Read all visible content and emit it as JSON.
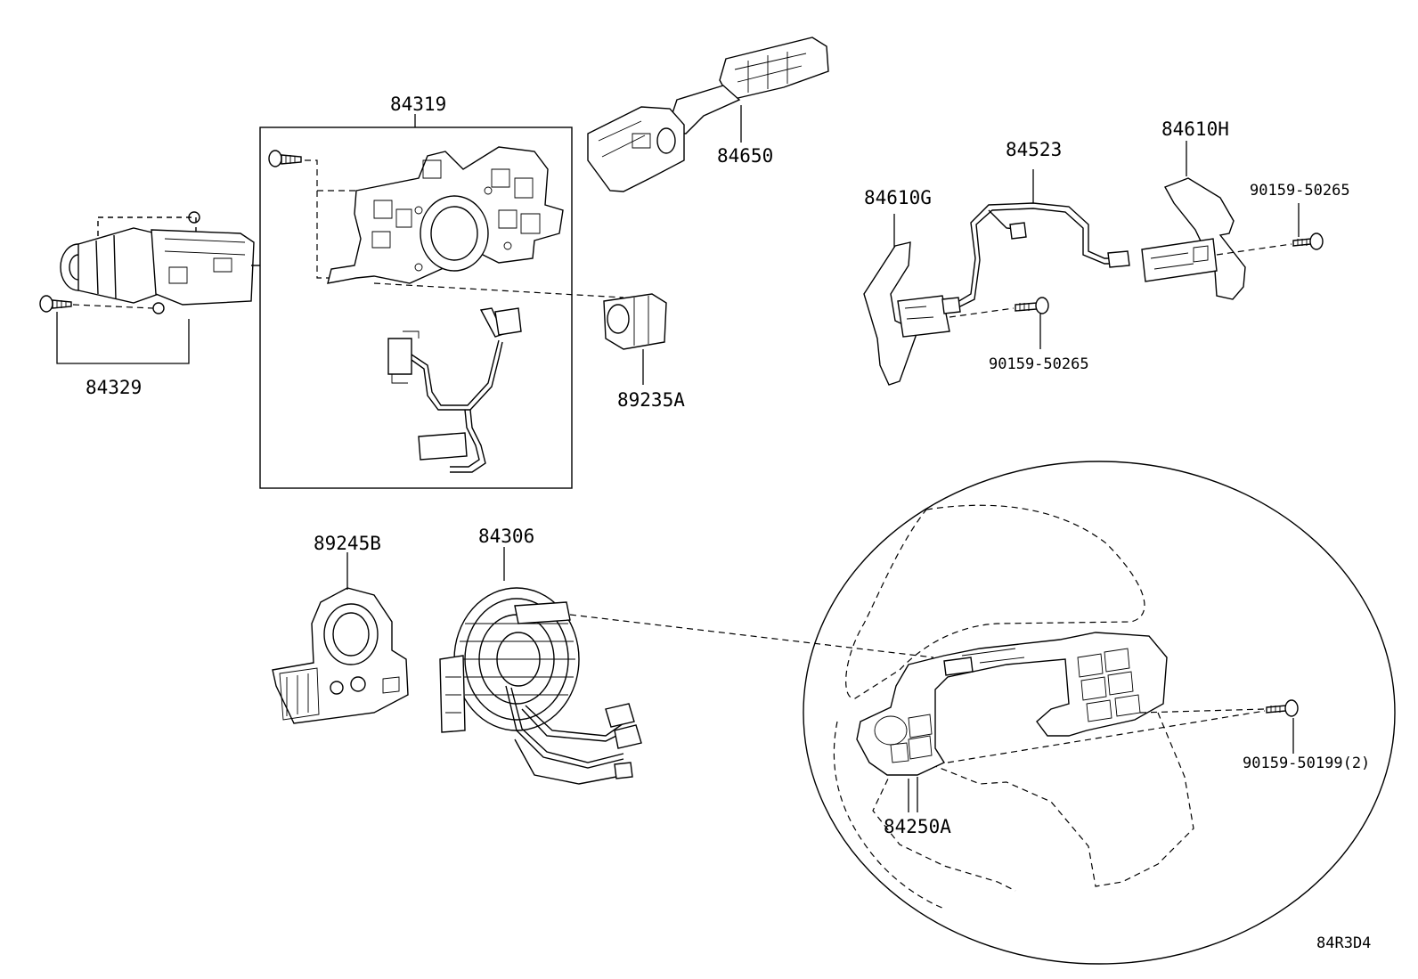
{
  "labels": {
    "p84319": "84319",
    "p84650": "84650",
    "p84523": "84523",
    "p84610H": "84610H",
    "p84610G": "84610G",
    "p90159_50265_a": "90159-50265",
    "p90159_50265_b": "90159-50265",
    "p84329": "84329",
    "p89235A": "89235A",
    "p89245B": "89245B",
    "p84306": "84306",
    "p90159_50199": "90159-50199(2)",
    "p84250A": "84250A",
    "figure_code": "84R3D4"
  }
}
